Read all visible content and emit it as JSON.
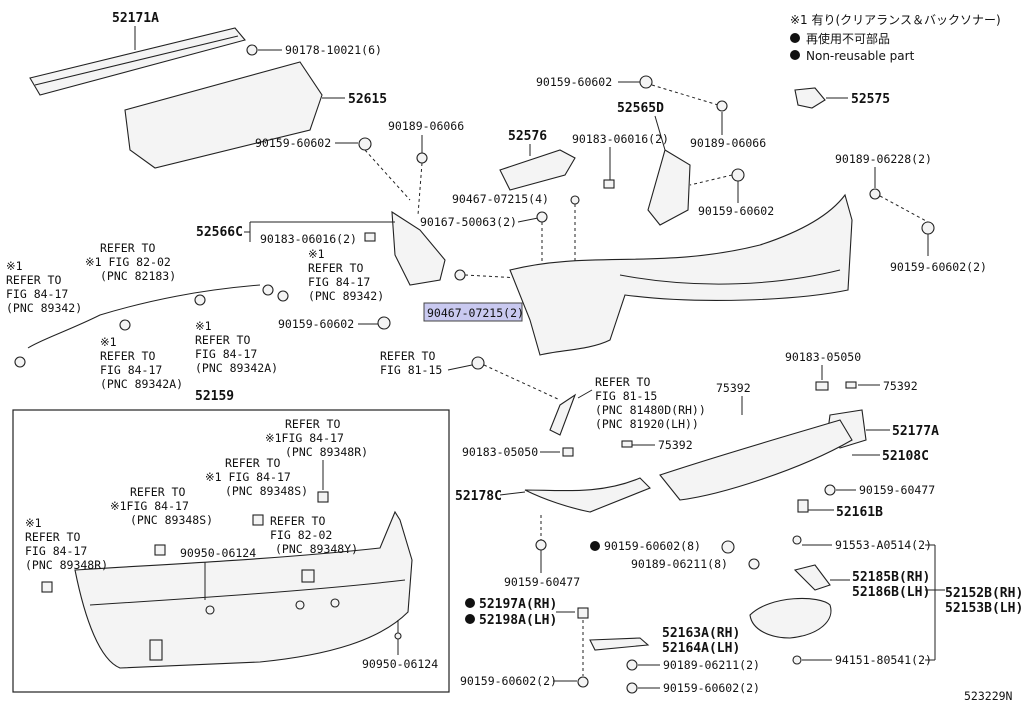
{
  "legend": {
    "note": "※1 有り(クリアランス＆バックソナー)",
    "items": [
      "再使用不可部品",
      "Non-reusable part"
    ]
  },
  "diagram_id": "523229N",
  "labels": {
    "p52171A": "52171A",
    "p90178": "90178-10021(6)",
    "p52615": "52615",
    "p90159a": "90159-60602",
    "p90189a": "90189-06066",
    "p52566C": "52566C",
    "p90183a": "90183-06016(2)",
    "p90159b": "90159-60602",
    "p52576": "52576",
    "p90467a": "90467-07215(4)",
    "p90167": "90167-50063(2)",
    "p90467b": "90467-07215(2)",
    "p90159c": "90159-60602",
    "p52565D": "52565D",
    "p90183b": "90183-06016(2)",
    "p90189b": "90189-06066",
    "p90159d": "90159-60602",
    "p52575": "52575",
    "p90189c": "90189-06228(2)",
    "p90159e": "90159-60602(2)",
    "p52159": "52159",
    "p90183c": "90183-05050",
    "p75392a": "75392",
    "p75392b": "75392",
    "p75392c": "75392",
    "p52177A": "52177A",
    "p90183d": "90183-05050",
    "p52108C": "52108C",
    "p52178C": "52178C",
    "p90159f": "90159-60477",
    "p52161B": "52161B",
    "p90159g": "90159-60477",
    "p90159h": "90159-60602(8)",
    "p91553": "91553-A0514(2)",
    "p90189d": "90189-06211(8)",
    "p52185B": "52185B(RH)",
    "p52186B": "52186B(LH)",
    "p52152B": "52152B(RH)",
    "p52153B": "52153B(LH)",
    "p52197A": "52197A(RH)",
    "p52198A": "52198A(LH)",
    "p52163A": "52163A(RH)",
    "p52164A": "52164A(LH)",
    "p90189e": "90189-06211(2)",
    "p94151": "94151-80541(2)",
    "p90159i": "90159-60602(2)",
    "p90159j": "90159-60602(2)",
    "p90950a": "90950-06124",
    "p90950b": "90950-06124"
  },
  "refs": {
    "r1": [
      "REFER TO",
      "※1 FIG 82-02",
      "(PNC 82183)"
    ],
    "r2": [
      "※1",
      "REFER TO",
      "FIG 84-17",
      "(PNC 89342)"
    ],
    "r3": [
      "※1",
      "REFER TO",
      "FIG 84-17",
      "(PNC 89342)"
    ],
    "r4": [
      "※1",
      "REFER TO",
      "FIG 84-17",
      "(PNC 89342A)"
    ],
    "r5": [
      "※1",
      "REFER TO",
      "FIG 84-17",
      "(PNC 89342A)"
    ],
    "r6": [
      "REFER TO",
      "FIG 81-15"
    ],
    "r7": [
      "REFER TO",
      "FIG 81-15",
      "(PNC 81480D(RH))",
      "(PNC 81920(LH))"
    ],
    "r8": [
      "REFER TO",
      "※1FIG 84-17",
      "(PNC 89348R)"
    ],
    "r9": [
      "REFER TO",
      "※1 FIG 84-17",
      "(PNC 89348S)"
    ],
    "r10": [
      "REFER TO",
      "※1FIG 84-17",
      "(PNC 89348S)"
    ],
    "r11": [
      "REFER TO",
      "FIG 82-02",
      "(PNC 89348Y)"
    ],
    "r12": [
      "※1",
      "REFER TO",
      "FIG 84-17",
      "(PNC 89348R)"
    ]
  }
}
